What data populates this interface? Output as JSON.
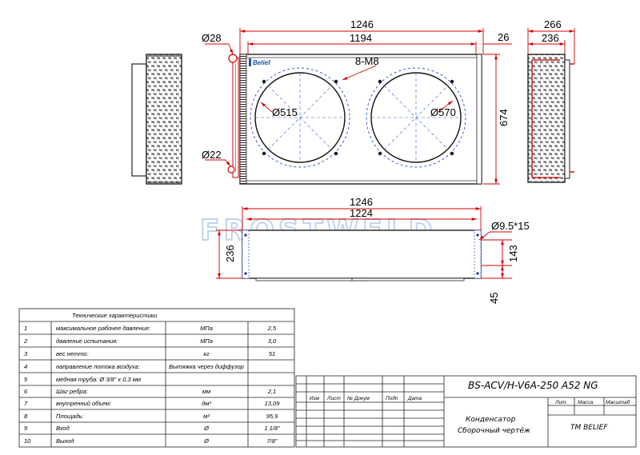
{
  "front_view": {
    "dim_total_width": "1246",
    "dim_inner_width": "1194",
    "dim_collector": "26",
    "dim_height": "674",
    "dim_inlet": "Ø28",
    "dim_outlet": "Ø22",
    "dim_bolts": "8-M8",
    "dim_fan_guard": "Ø515",
    "dim_fan": "Ø570",
    "logo_text": "Belief"
  },
  "side_view": {
    "dim_total_depth": "266",
    "dim_body_depth": "236"
  },
  "bottom_view": {
    "dim_total_width": "1246",
    "dim_rail_spacing": "1224",
    "dim_slots": "Ø9.5*15",
    "dim_height": "236",
    "dim_mount": "143",
    "dim_base": "45"
  },
  "watermark": "FROSTWELD",
  "specs": {
    "title": "Технические характеристики",
    "rows": [
      {
        "n": "1",
        "name": "максимальное рабочее давление:",
        "unit": "МПа",
        "value": "2,5"
      },
      {
        "n": "2",
        "name": "давление испытания:",
        "unit": "МПа",
        "value": "3,0"
      },
      {
        "n": "3",
        "name": "вес нетто:",
        "unit": "кг",
        "value": "51"
      },
      {
        "n": "4",
        "name": "направление потока воздуха:",
        "unit": "Вытяжка через диффузор",
        "value": ""
      },
      {
        "n": "5",
        "name": "медная труба: Ø 3/8\" x 0,3 мм",
        "unit": "",
        "value": ""
      },
      {
        "n": "6",
        "name": "Шаг ребра:",
        "unit": "мм",
        "value": "2,1"
      },
      {
        "n": "7",
        "name": "внутренний объем:",
        "unit": "дм³",
        "value": "13,09"
      },
      {
        "n": "8",
        "name": "Площадь:",
        "unit": "м²",
        "value": "95,9"
      },
      {
        "n": "9",
        "name": "Вход",
        "unit": "Ø",
        "value": "1 1/8\""
      },
      {
        "n": "10",
        "name": "Выход",
        "unit": "Ø",
        "value": "7/8\""
      }
    ]
  },
  "title_block": {
    "code": "BS-ACV/H-V6A-250 A52 NG",
    "col_izm": "Изм",
    "col_list": "Лист",
    "col_doc": "№ Докум",
    "col_sign": "Подп",
    "col_date": "Дата",
    "lit": "Лит.",
    "mass": "Масса",
    "scale": "Масштаб",
    "name_line1": "Конденсатор",
    "name_line2": "Сборочный чертёж",
    "company": "TM BELIEF"
  }
}
